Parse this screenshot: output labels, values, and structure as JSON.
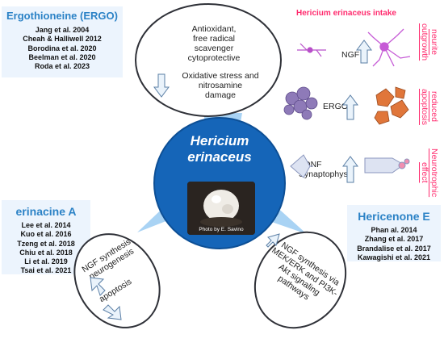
{
  "ergo_panel": {
    "title": "Ergothioneine (ERGO)",
    "refs": [
      "Jang et al. 2004",
      "Cheah & Halliwell 2012",
      "Borodina et al. 2020",
      "Beelman et al. 2020",
      "Roda et al. 2023"
    ]
  },
  "top_oval": {
    "line1": "Antioxidant,",
    "line2": "free radical",
    "line3": "scavenger",
    "line4": "cytoprotective",
    "line5": "Oxidative stress and",
    "line6": "nitrosamine",
    "line7": "damage"
  },
  "intake": {
    "title": "Hericium erinaceus intake",
    "ngf": "NGF",
    "ergo": "ERGO",
    "bdnf": "BDNF",
    "synaptophysin": "Synaptophysin",
    "label_outgrowth_1": "neurite",
    "label_outgrowth_2": "outgrowth",
    "label_apoptosis_1": "reduced",
    "label_apoptosis_2": "apoptosis",
    "label_neuro_1": "Neurotrophic",
    "label_neuro_2": "effect"
  },
  "center": {
    "title1": "Hericium",
    "title2": "erinaceus",
    "photo_credit": "Photo by E. Savino",
    "circle_color": "#1565b8"
  },
  "erinacine_panel": {
    "title": "erinacine A",
    "refs": [
      "Lee et al. 2014",
      "Kuo et al. 2016",
      "Tzeng et al. 2018",
      "Chiu et al. 2018",
      "Li et al. 2019",
      "Tsai et al. 2021"
    ]
  },
  "left_oval": {
    "line1": "NGF synthesis",
    "line2": "neurogenesis",
    "line3": "apoptosis"
  },
  "hericenone_panel": {
    "title": "Hericenone E",
    "refs": [
      "Phan al. 2014",
      "Zhang et al. 2017",
      "Brandalise et al. 2017",
      "Kawagishi et al. 2021"
    ]
  },
  "right_oval": {
    "line1": "NGF synthesis via",
    "line2": "MEK/ERK and PI3K-",
    "line3": "Akt signaling",
    "line4": "pathways"
  },
  "colors": {
    "panel_bg": "#ecf4fd",
    "title_blue": "#2b82c6",
    "accent_pink": "#ff2a6d",
    "wedge_blue": "#a9d3f4"
  }
}
